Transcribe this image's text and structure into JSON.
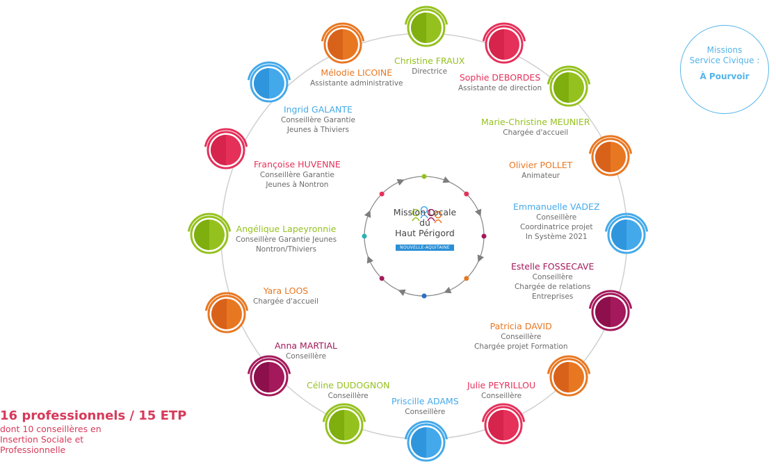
{
  "colors": {
    "green": "#95c11f",
    "orange": "#e87722",
    "red": "#e5305a",
    "blue": "#44a9ea",
    "purple": "#a3195b",
    "ring_gray": "#cfcfcf"
  },
  "center": {
    "name_line1": "Mission Locale du",
    "name_line2": "Haut Périgord",
    "tag": "NOUVELLE-AQUITAINE"
  },
  "members": [
    {
      "name": "Christine FRAUX",
      "role": [
        "Directrice"
      ],
      "color": "green"
    },
    {
      "name": "Sophie DEBORDES",
      "role": [
        "Assistante de direction"
      ],
      "color": "red"
    },
    {
      "name": "Marie-Christine MEUNIER",
      "role": [
        "Chargée d'accueil"
      ],
      "color": "green"
    },
    {
      "name": "Olivier POLLET",
      "role": [
        "Animateur"
      ],
      "color": "orange"
    },
    {
      "name": "Emmanuelle VADEZ",
      "role": [
        "Conseillère",
        "Coordinatrice projet",
        "In Système 2021"
      ],
      "color": "blue"
    },
    {
      "name": "Estelle FOSSECAVE",
      "role": [
        "Conseillère",
        "Chargée de relations",
        "Entreprises"
      ],
      "color": "purple"
    },
    {
      "name": "Patricia DAVID",
      "role": [
        "Conseillère",
        "Chargée projet Formation"
      ],
      "color": "orange"
    },
    {
      "name": "Julie PEYRILLOU",
      "role": [
        "Conseillère"
      ],
      "color": "red"
    },
    {
      "name": "Priscille ADAMS",
      "role": [
        "Conseillère"
      ],
      "color": "blue"
    },
    {
      "name": "Céline DUDOGNON",
      "role": [
        "Conseillère"
      ],
      "color": "green"
    },
    {
      "name": "Anna MARTIAL",
      "role": [
        "Conseillère"
      ],
      "color": "purple"
    },
    {
      "name": "Yara LOOS",
      "role": [
        "Chargée d'accueil"
      ],
      "color": "orange"
    },
    {
      "name": "Angélique Lapeyronnie",
      "role": [
        "Conseillère Garantie Jeunes",
        "Nontron/Thiviers"
      ],
      "color": "green"
    },
    {
      "name": "Françoise HUVENNE",
      "role": [
        "Conseillère Garantie",
        "Jeunes à Nontron"
      ],
      "color": "red"
    },
    {
      "name": "Ingrid GALANTE",
      "role": [
        "Conseillère Garantie",
        "Jeunes à Thiviers"
      ],
      "color": "blue"
    },
    {
      "name": "Mélodie LICOINE",
      "role": [
        "Assistante administrative"
      ],
      "color": "orange"
    }
  ],
  "service_civique": {
    "line1": "Missions",
    "line2": "Service Civique :",
    "line3": "À Pourvoir"
  },
  "summary": {
    "headline": "16 professionnels / 15 ETP",
    "detail": "dont 10 conseillères en\nInsertion Sociale et\nProfessionnelle"
  }
}
